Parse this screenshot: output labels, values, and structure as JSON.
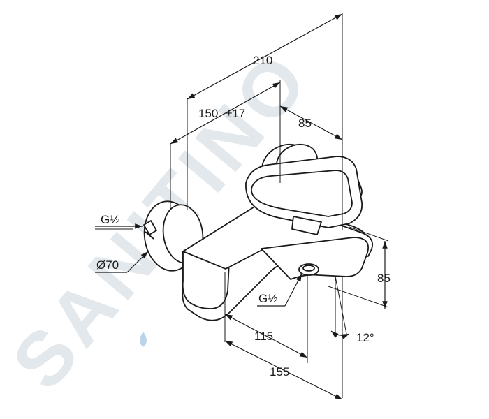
{
  "watermark": {
    "text": "SANITINO",
    "color": "#dfe5ea",
    "accent_color": "#bcd4ea"
  },
  "dimensions": {
    "overall_width": "210",
    "wall_distance": "150",
    "wall_tolerance": "±17",
    "handle_offset": "85",
    "inlet_thread_wall": "G½",
    "rosette_diameter": "Ø70",
    "outlet_thread": "G½",
    "spout_height": "85",
    "outlet_projection": "115",
    "spout_projection": "155",
    "outlet_angle": "12°"
  },
  "colors": {
    "line": "#1a1a1a",
    "background": "#ffffff"
  }
}
